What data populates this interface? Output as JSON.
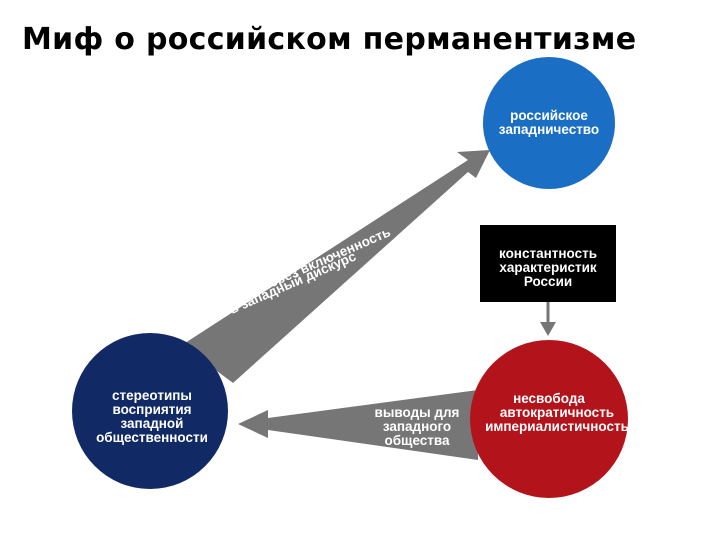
{
  "title": "Миф о российском перманентизме",
  "colors": {
    "blue": "#1a6fc4",
    "navy": "#112a66",
    "red": "#b3131a",
    "black_box": "#000000",
    "arrow_gray": "#767676"
  },
  "nodes": {
    "russian_westernism": {
      "line1": "российское",
      "line2": "западничество"
    },
    "constancy": {
      "line1": "константность",
      "line2": "характеристик",
      "line3": "России"
    },
    "stereotypes": {
      "line1": "стереотипы",
      "line2": "восприятия",
      "line3": "западной",
      "line4": "общественности"
    },
    "unfreedom": {
      "line1": "несвобода",
      "line2": "автократичность",
      "line3": "империалистичность"
    }
  },
  "arrows": {
    "translation": {
      "line1": "трансляциячерез включенность",
      "line2": "в западный дискурс"
    },
    "conclusions": {
      "line1": "выводы для",
      "line2": "западного",
      "line3": "общества"
    }
  }
}
